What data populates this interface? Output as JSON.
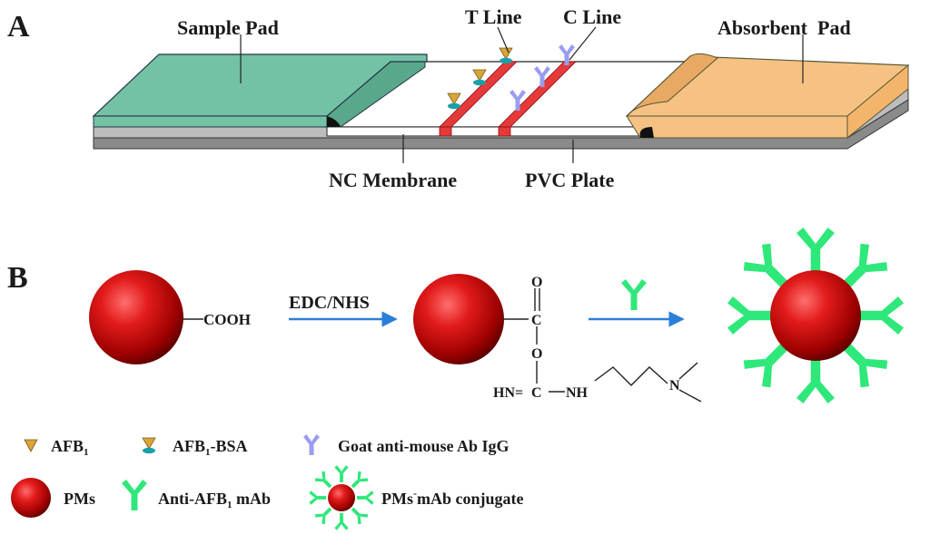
{
  "panelA": {
    "letter": "A",
    "labels": {
      "sample_pad": "Sample Pad",
      "t_line": "T Line",
      "c_line": "C Line",
      "absorbent_pad": "Absorbent  Pad",
      "nc_membrane": "NC Membrane",
      "pvc_plate": "PVC Plate"
    }
  },
  "panelB": {
    "letter": "B",
    "reagent": "EDC/NHS",
    "chem": {
      "cooh": "COOH",
      "o_top": "O",
      "c_center": "C",
      "o_mid": "O",
      "hn_eq": "HN=",
      "c_bottom": "C",
      "nh": "NH",
      "n_amine": "N"
    }
  },
  "legend": {
    "afb1": {
      "text": "AFB",
      "sub": "1"
    },
    "afb1_bsa": {
      "text": "AFB",
      "sub": "1",
      "suffix": "-BSA"
    },
    "goat_ab": "Goat anti-mouse Ab IgG",
    "pms": "PMs",
    "anti_mab": {
      "text": "Anti-AFB",
      "sub": "1",
      "suffix": " mAb"
    },
    "conjugate": "PMs",
    "conjugate_sup": "-",
    "conjugate_suffix": "mAb conjugate"
  },
  "colors": {
    "sample_pad": "#74c2a6",
    "absorbent_pad": "#f6c283",
    "pvc": "#8a8a8a",
    "line_red": "#e63a3a",
    "bead_red": "#cc1111",
    "antibody_green": "#2ee87a",
    "goat_ab_blue": "#9a9cf0",
    "afb1_gold": "#d8a53a",
    "bsa_teal": "#1aa0a8",
    "arrow_blue": "#2a7fd8"
  }
}
